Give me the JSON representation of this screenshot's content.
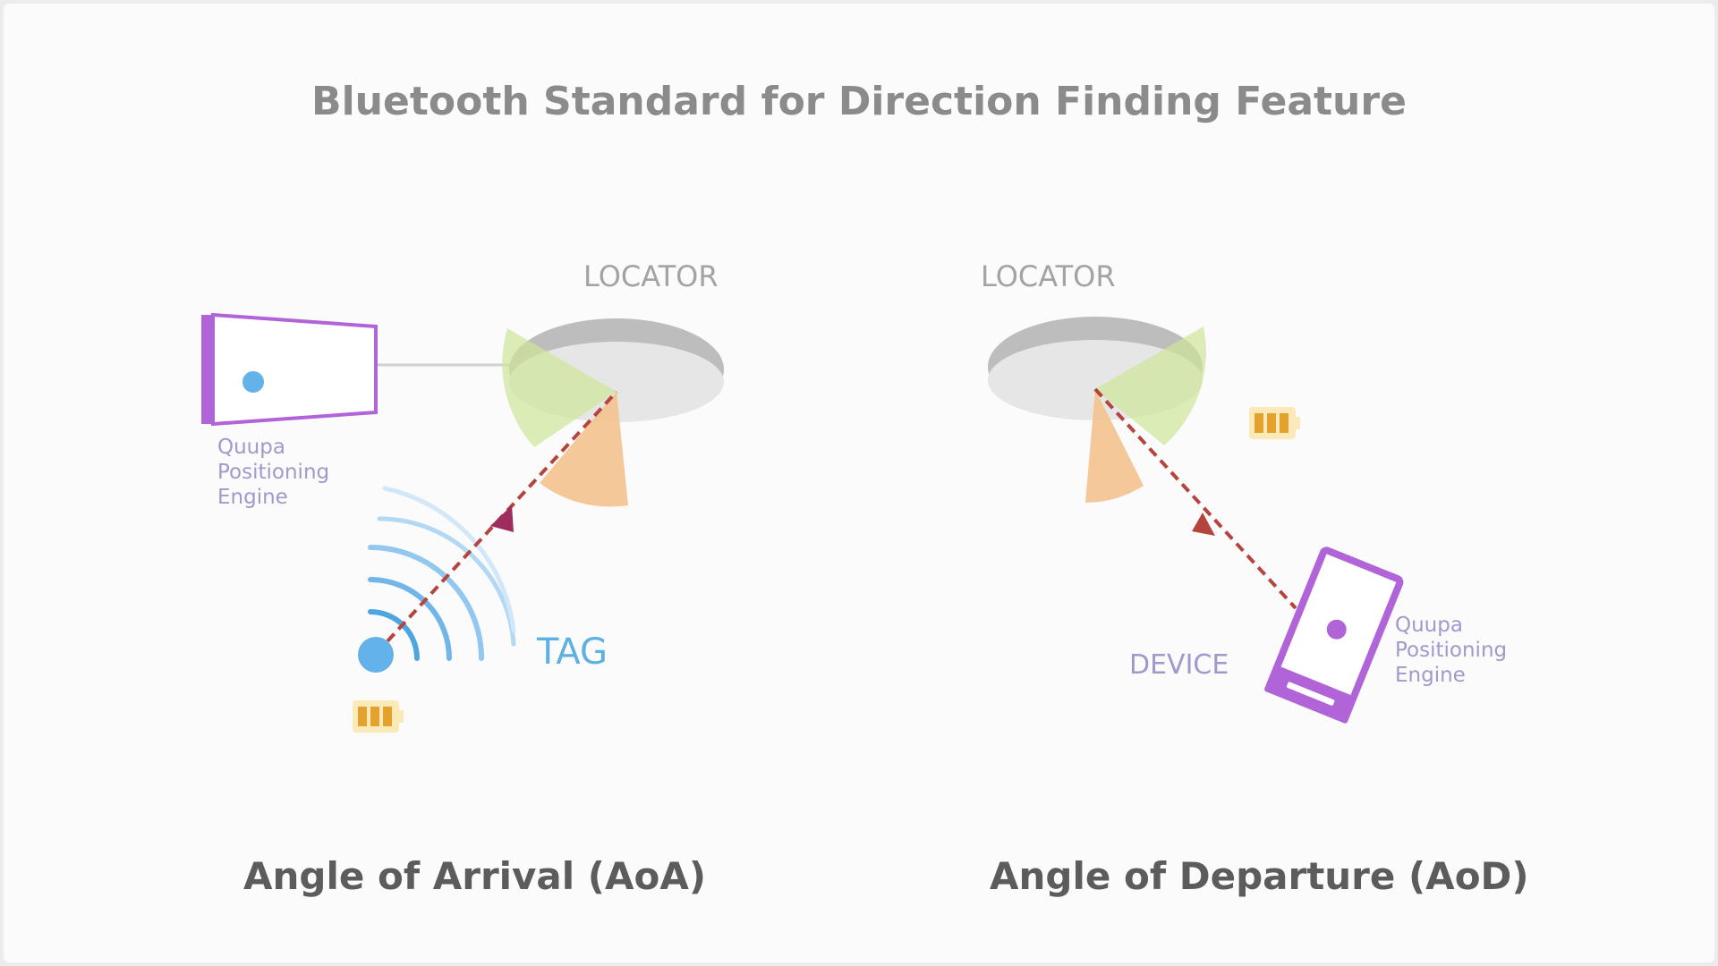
{
  "title": "Bluetooth Standard for Direction Finding Feature",
  "aoa": {
    "locator_label": "LOCATOR",
    "engine_lines": [
      "Quupa",
      "Positioning",
      "Engine"
    ],
    "tag_label": "TAG",
    "caption": "Angle of Arrival (AoA)"
  },
  "aod": {
    "locator_label": "LOCATOR",
    "engine_lines": [
      "Quupa",
      "Positioning",
      "Engine"
    ],
    "device_label": "DEVICE",
    "caption": "Angle of Departure (AoD)"
  },
  "colors": {
    "title": "#8b8b8b",
    "locator_top": "#bdbdbd",
    "locator_bottom": "#e6e6e6",
    "green_sector": "#d5e9a6",
    "orange_sector": "#f3c28d",
    "engine_purple": "#b164d8",
    "tag_blue": "#63b2ea",
    "signal_arrow": "#b5443f",
    "aoa_arrowhead": "#a02c5e",
    "battery": "#e3a22e",
    "battery_bg": "#fbe9b7"
  },
  "icons": {
    "engine": "computer-screen-icon",
    "tag": "bluetooth-tag-icon",
    "device": "smartphone-icon",
    "battery": "battery-icon",
    "locator": "ceiling-locator-icon"
  }
}
